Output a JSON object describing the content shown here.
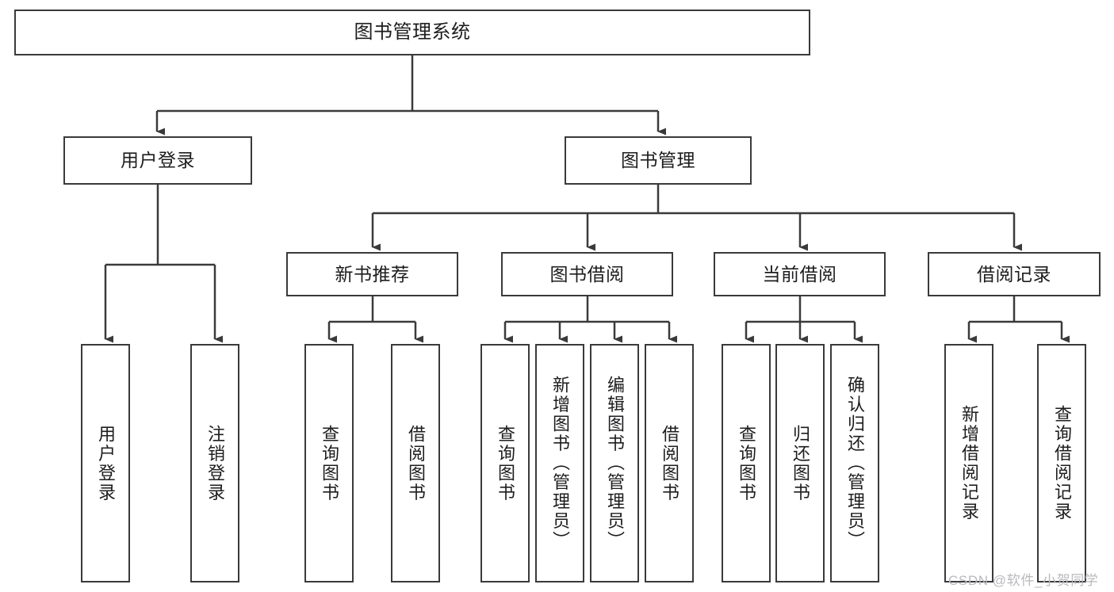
{
  "diagram": {
    "title": "图书管理系统",
    "type": "system-function-tree",
    "watermark": "CSDN @软件_小贺同学",
    "colors": {
      "border": "#3a3a3c",
      "text": "#1d1d1f",
      "background": "#ffffff",
      "watermark": "#b9b9bd"
    },
    "root": {
      "label": "图书管理系统"
    },
    "level1": [
      {
        "label": "用户登录"
      },
      {
        "label": "图书管理"
      }
    ],
    "level2": [
      {
        "label": "新书推荐"
      },
      {
        "label": "图书借阅"
      },
      {
        "label": "当前借阅"
      },
      {
        "label": "借阅记录"
      }
    ],
    "leaves": {
      "user_login": [
        {
          "label": "用户登录"
        },
        {
          "label": "注销登录"
        }
      ],
      "new_book_recommend": [
        {
          "label": "查询图书"
        },
        {
          "label": "借阅图书"
        }
      ],
      "book_borrow": [
        {
          "label": "查询图书"
        },
        {
          "label": "新增图书（管理员）"
        },
        {
          "label": "编辑图书（管理员）"
        },
        {
          "label": "借阅图书"
        }
      ],
      "current_borrow": [
        {
          "label": "查询图书"
        },
        {
          "label": "归还图书"
        },
        {
          "label": "确认归还（管理员）"
        }
      ],
      "borrow_record": [
        {
          "label": "新增借阅记录"
        },
        {
          "label": "查询借阅记录"
        }
      ]
    }
  }
}
